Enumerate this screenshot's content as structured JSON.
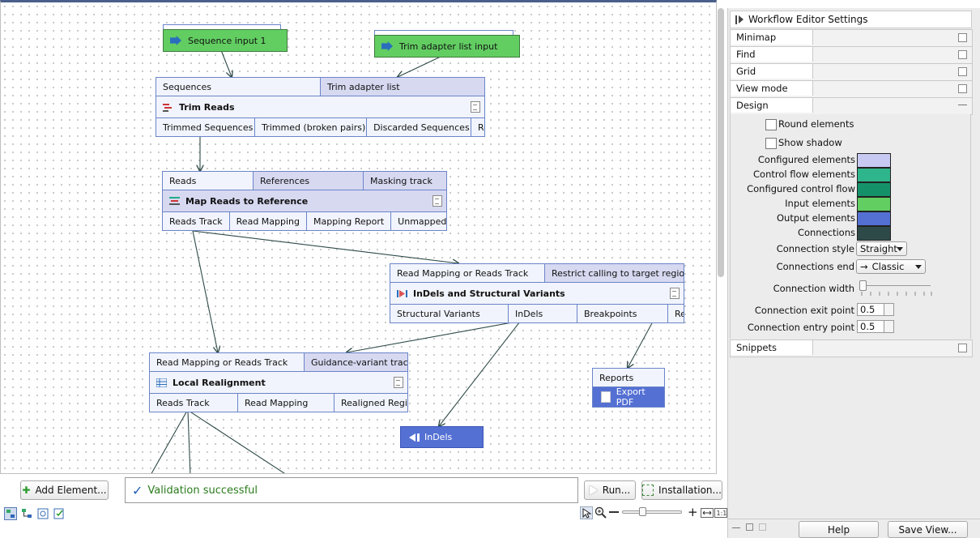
{
  "colors": {
    "configured": "#c8c9f3",
    "control_flow": "#2fb58b",
    "configured_control_flow": "#15916a",
    "input": "#62ce62",
    "output": "#5470d3",
    "connections": "#2e4a48"
  },
  "workflow": {
    "sequence_input": "Sequence input 1",
    "trim_adapter_input": "Trim adapter list input",
    "trim_reads": {
      "inputs": [
        "Sequences",
        "Trim adapter list"
      ],
      "title": "Trim Reads",
      "outputs": [
        "Trimmed Sequences",
        "Trimmed (broken pairs)",
        "Discarded Sequences",
        "Report"
      ]
    },
    "map_reads": {
      "inputs": [
        "Reads",
        "References",
        "Masking track"
      ],
      "title": "Map Reads to Reference",
      "outputs": [
        "Reads Track",
        "Read Mapping",
        "Mapping Report",
        "Unmapped Reads"
      ]
    },
    "indels": {
      "inputs": [
        "Read Mapping or Reads Track",
        "Restrict calling to target regions"
      ],
      "title": "InDels and Structural Variants",
      "outputs": [
        "Structural Variants",
        "InDels",
        "Breakpoints",
        "Report"
      ]
    },
    "local_realign": {
      "inputs": [
        "Read Mapping or Reads Track",
        "Guidance-variant track"
      ],
      "title": "Local Realignment",
      "outputs": [
        "Reads Track",
        "Read Mapping",
        "Realigned Regions"
      ]
    },
    "export_pdf": {
      "input": "Reports",
      "title": "Export PDF"
    },
    "indels_output": "InDels"
  },
  "bottom": {
    "add_element": "Add Element...",
    "validation": "Validation successful",
    "run": "Run...",
    "installation": "Installation..."
  },
  "panel": {
    "title": "Workflow Editor Settings",
    "sections": [
      "Minimap",
      "Find",
      "Grid",
      "View mode",
      "Design"
    ],
    "snippets": "Snippets",
    "design": {
      "round_elements": "Round elements",
      "show_shadow": "Show shadow",
      "color_labels": [
        "Configured elements",
        "Control flow elements",
        "Configured control flow",
        "Input elements",
        "Output elements",
        "Connections"
      ],
      "connection_style_label": "Connection style",
      "connection_style": "Straight",
      "connections_end_label": "Connections end",
      "connections_end": "Classic",
      "connection_width_label": "Connection width",
      "exit_point_label": "Connection exit point",
      "exit_point": "0.5",
      "entry_point_label": "Connection entry point",
      "entry_point": "0.5"
    },
    "help": "Help",
    "save_view": "Save View..."
  }
}
